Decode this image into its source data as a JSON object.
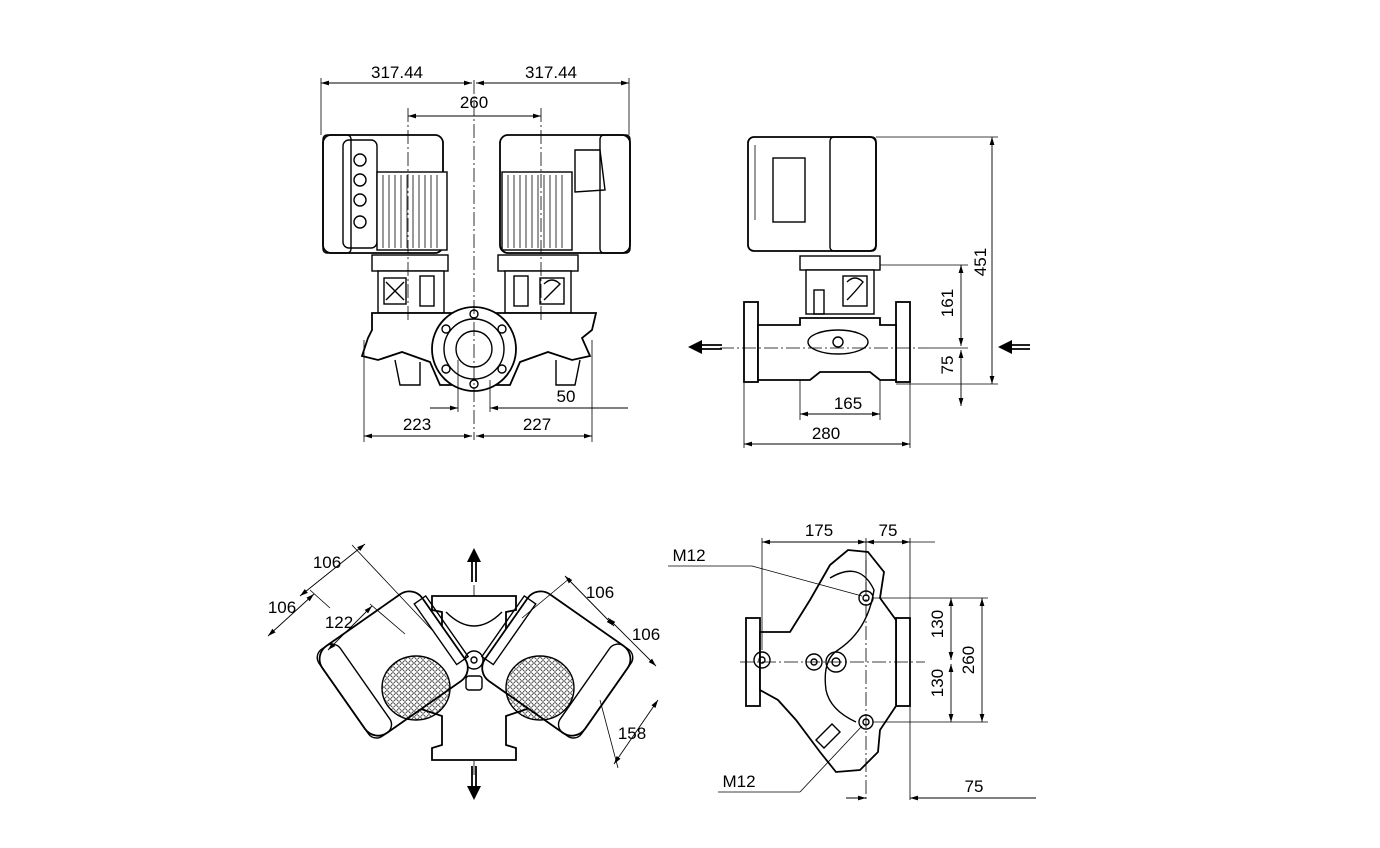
{
  "dimensions": {
    "front_left_half": "317.44",
    "front_right_half": "317.44",
    "front_motor_spacing": "260",
    "front_offset": "50",
    "front_base_left": "223",
    "front_base_right": "227",
    "side_height_total": "451",
    "side_height_upper": "161",
    "side_height_lower": "75",
    "side_base_inner": "165",
    "side_base_outer": "280",
    "top_left_outer": "106",
    "top_left_side": "106",
    "top_left_inner": "122",
    "top_right_upper": "106",
    "top_right_side": "106",
    "top_right_lower": "158",
    "base_width_left": "175",
    "base_width_right": "75",
    "base_hole_upper": "130",
    "base_hole_lower": "130",
    "base_hole_total": "260",
    "base_offset_bottom": "75",
    "thread_upper": "M12",
    "thread_lower": "M12"
  },
  "colors": {
    "line": "#000000",
    "fill_light": "#d9d9d9",
    "background": "#ffffff"
  }
}
